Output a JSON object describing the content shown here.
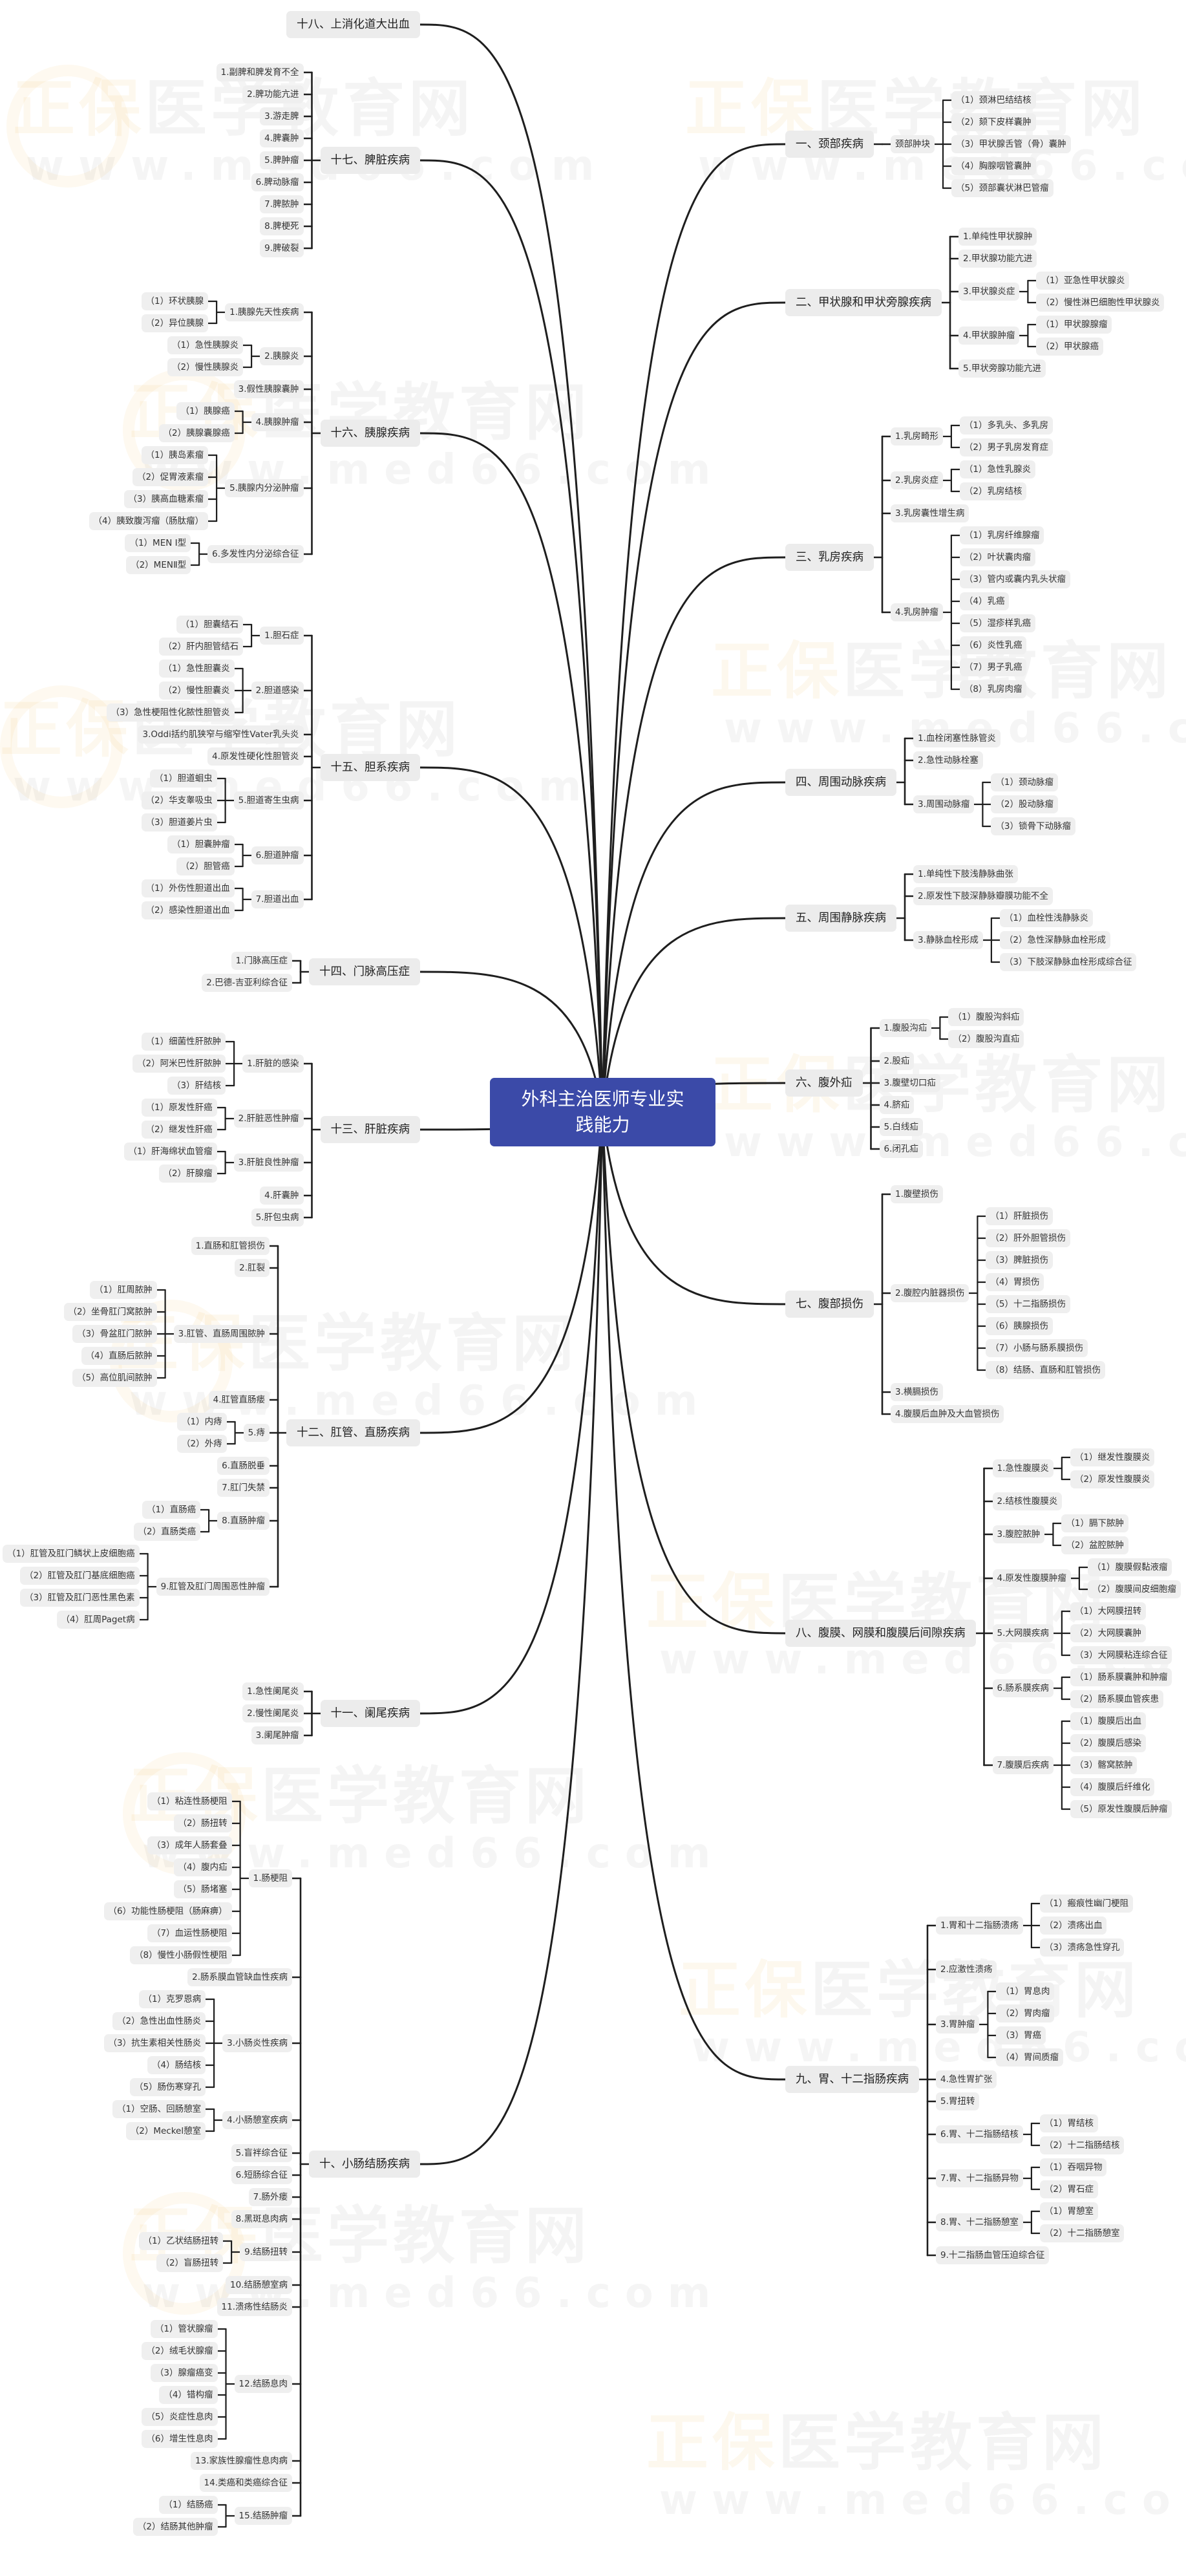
{
  "title": "外科主治医师专业实践能力",
  "watermark": {
    "brand": "正保",
    "name": "医学教育网",
    "url": "www.med66.com"
  },
  "colors": {
    "root": "#3b4aa8",
    "node_bg": "#efefef",
    "line": "#1e1e1e"
  },
  "right_branches": [
    {
      "label": "一、颈部疾病",
      "children": [
        {
          "label": "颈部肿块",
          "children": [
            {
              "label": "（1）颈淋巴结结核"
            },
            {
              "label": "（2）颏下皮样囊肿"
            },
            {
              "label": "（3）甲状腺舌管（骨）囊肿"
            },
            {
              "label": "（4）胸腺咽管囊肿"
            },
            {
              "label": "（5）颈部囊状淋巴管瘤"
            }
          ]
        }
      ]
    },
    {
      "label": "二、甲状腺和甲状旁腺疾病",
      "children": [
        {
          "label": "1.单纯性甲状腺肿"
        },
        {
          "label": "2.甲状腺功能亢进"
        },
        {
          "label": "3.甲状腺炎症",
          "children": [
            {
              "label": "（1）亚急性甲状腺炎"
            },
            {
              "label": "（2）慢性淋巴细胞性甲状腺炎"
            }
          ]
        },
        {
          "label": "4.甲状腺肿瘤",
          "children": [
            {
              "label": "（1）甲状腺腺瘤"
            },
            {
              "label": "（2）甲状腺癌"
            }
          ]
        },
        {
          "label": "5.甲状旁腺功能亢进"
        }
      ]
    },
    {
      "label": "三、乳房疾病",
      "children": [
        {
          "label": "1.乳房畸形",
          "children": [
            {
              "label": "（1）多乳头、多乳房"
            },
            {
              "label": "（2）男子乳房发育症"
            }
          ]
        },
        {
          "label": "2.乳房炎症",
          "children": [
            {
              "label": "（1）急性乳腺炎"
            },
            {
              "label": "（2）乳房结核"
            }
          ]
        },
        {
          "label": "3.乳房囊性增生病"
        },
        {
          "label": "4.乳房肿瘤",
          "children": [
            {
              "label": "（1）乳房纤维腺瘤"
            },
            {
              "label": "（2）叶状囊肉瘤"
            },
            {
              "label": "（3）管内或囊内乳头状瘤"
            },
            {
              "label": "（4）乳癌"
            },
            {
              "label": "（5）湿疹样乳癌"
            },
            {
              "label": "（6）炎性乳癌"
            },
            {
              "label": "（7）男子乳癌"
            },
            {
              "label": "（8）乳房肉瘤"
            }
          ]
        }
      ]
    },
    {
      "label": "四、周围动脉疾病",
      "children": [
        {
          "label": "1.血栓闭塞性脉管炎"
        },
        {
          "label": "2.急性动脉栓塞"
        },
        {
          "label": "3.周围动脉瘤",
          "children": [
            {
              "label": "（1）颈动脉瘤"
            },
            {
              "label": "（2）股动脉瘤"
            },
            {
              "label": "（3）锁骨下动脉瘤"
            }
          ]
        }
      ]
    },
    {
      "label": "五、周围静脉疾病",
      "children": [
        {
          "label": "1.单纯性下肢浅静脉曲张"
        },
        {
          "label": "2.原发性下肢深静脉瓣膜功能不全"
        },
        {
          "label": "3.静脉血栓形成",
          "children": [
            {
              "label": "（1）血栓性浅静脉炎"
            },
            {
              "label": "（2）急性深静脉血栓形成"
            },
            {
              "label": "（3）下肢深静脉血栓形成综合征"
            }
          ]
        }
      ]
    },
    {
      "label": "六、腹外疝",
      "children": [
        {
          "label": "1.腹股沟疝",
          "children": [
            {
              "label": "（1）腹股沟斜疝"
            },
            {
              "label": "（2）腹股沟直疝"
            }
          ]
        },
        {
          "label": "2.股疝"
        },
        {
          "label": "3.腹壁切口疝"
        },
        {
          "label": "4.脐疝"
        },
        {
          "label": "5.白线疝"
        },
        {
          "label": "6.闭孔疝"
        }
      ]
    },
    {
      "label": "七、腹部损伤",
      "children": [
        {
          "label": "1.腹壁损伤"
        },
        {
          "label": "2.腹腔内脏器损伤",
          "children": [
            {
              "label": "（1）肝脏损伤"
            },
            {
              "label": "（2）肝外胆管损伤"
            },
            {
              "label": "（3）脾脏损伤"
            },
            {
              "label": "（4）胃损伤"
            },
            {
              "label": "（5）十二指肠损伤"
            },
            {
              "label": "（6）胰腺损伤"
            },
            {
              "label": "（7）小肠与肠系膜损伤"
            },
            {
              "label": "（8）结肠、直肠和肛管损伤"
            }
          ]
        },
        {
          "label": "3.横膈损伤"
        },
        {
          "label": "4.腹膜后血肿及大血管损伤"
        }
      ]
    },
    {
      "label": "八、腹膜、网膜和腹膜后间隙疾病",
      "children": [
        {
          "label": "1.急性腹膜炎",
          "children": [
            {
              "label": "（1）继发性腹膜炎"
            },
            {
              "label": "（2）原发性腹膜炎"
            }
          ]
        },
        {
          "label": "2.结核性腹膜炎"
        },
        {
          "label": "3.腹腔脓肿",
          "children": [
            {
              "label": "（1）膈下脓肿"
            },
            {
              "label": "（2）盆腔脓肿"
            }
          ]
        },
        {
          "label": "4.原发性腹膜肿瘤",
          "children": [
            {
              "label": "（1）腹膜假黏液瘤"
            },
            {
              "label": "（2）腹膜间皮细胞瘤"
            }
          ]
        },
        {
          "label": "5.大网膜疾病",
          "children": [
            {
              "label": "（1）大网膜扭转"
            },
            {
              "label": "（2）大网膜囊肿"
            },
            {
              "label": "（3）大网膜粘连综合征"
            }
          ]
        },
        {
          "label": "6.肠系膜疾病",
          "children": [
            {
              "label": "（1）肠系膜囊肿和肿瘤"
            },
            {
              "label": "（2）肠系膜血管疾患"
            }
          ]
        },
        {
          "label": "7.腹膜后疾病",
          "children": [
            {
              "label": "（1）腹膜后出血"
            },
            {
              "label": "（2）腹膜后感染"
            },
            {
              "label": "（3）髂窝脓肿"
            },
            {
              "label": "（4）腹膜后纤维化"
            },
            {
              "label": "（5）原发性腹膜后肿瘤"
            }
          ]
        }
      ]
    },
    {
      "label": "九、胃、十二指肠疾病",
      "children": [
        {
          "label": "1.胃和十二指肠溃疡",
          "children": [
            {
              "label": "（1）瘢痕性幽门梗阻"
            },
            {
              "label": "（2）溃疡出血"
            },
            {
              "label": "（3）溃疡急性穿孔"
            }
          ]
        },
        {
          "label": "2.应激性溃疡"
        },
        {
          "label": "3.胃肿瘤",
          "children": [
            {
              "label": "（1）胃息肉"
            },
            {
              "label": "（2）胃肉瘤"
            },
            {
              "label": "（3）胃癌"
            },
            {
              "label": "（4）胃间质瘤"
            }
          ]
        },
        {
          "label": "4.急性胃扩张"
        },
        {
          "label": "5.胃扭转"
        },
        {
          "label": "6.胃、十二指肠结核",
          "children": [
            {
              "label": "（1）胃结核"
            },
            {
              "label": "（2）十二指肠结核"
            }
          ]
        },
        {
          "label": "7.胃、十二指肠异物",
          "children": [
            {
              "label": "（1）吞咽异物"
            },
            {
              "label": "（2）胃石症"
            }
          ]
        },
        {
          "label": "8.胃、十二指肠憩室",
          "children": [
            {
              "label": "（1）胃憩室"
            },
            {
              "label": "（2）十二指肠憩室"
            }
          ]
        },
        {
          "label": "9.十二指肠血管压迫综合征"
        }
      ]
    }
  ],
  "left_branches": [
    {
      "label": "十八、上消化道大出血"
    },
    {
      "label": "十七、脾脏疾病",
      "children": [
        {
          "label": "1.副脾和脾发育不全"
        },
        {
          "label": "2.脾功能亢进"
        },
        {
          "label": "3.游走脾"
        },
        {
          "label": "4.脾囊肿"
        },
        {
          "label": "5.脾肿瘤"
        },
        {
          "label": "6.脾动脉瘤"
        },
        {
          "label": "7.脾脓肿"
        },
        {
          "label": "8.脾梗死"
        },
        {
          "label": "9.脾破裂"
        }
      ]
    },
    {
      "label": "十六、胰腺疾病",
      "children": [
        {
          "label": "1.胰腺先天性疾病",
          "children": [
            {
              "label": "（1）环状胰腺"
            },
            {
              "label": "（2）异位胰腺"
            }
          ]
        },
        {
          "label": "2.胰腺炎",
          "children": [
            {
              "label": "（1）急性胰腺炎"
            },
            {
              "label": "（2）慢性胰腺炎"
            }
          ]
        },
        {
          "label": "3.假性胰腺囊肿"
        },
        {
          "label": "4.胰腺肿瘤",
          "children": [
            {
              "label": "（1）胰腺癌"
            },
            {
              "label": "（2）胰腺囊腺癌"
            }
          ]
        },
        {
          "label": "5.胰腺内分泌肿瘤",
          "children": [
            {
              "label": "（1）胰岛素瘤"
            },
            {
              "label": "（2）促胃液素瘤"
            },
            {
              "label": "（3）胰高血糖素瘤"
            },
            {
              "label": "（4）胰致腹泻瘤（肠肽瘤）"
            }
          ]
        },
        {
          "label": "6.多发性内分泌综合征",
          "children": [
            {
              "label": "（1）MEN Ⅰ型"
            },
            {
              "label": "（2）MENⅡ型"
            }
          ]
        }
      ]
    },
    {
      "label": "十五、胆系疾病",
      "children": [
        {
          "label": "1.胆石症",
          "children": [
            {
              "label": "（1）胆囊结石"
            },
            {
              "label": "（2）肝内胆管结石"
            }
          ]
        },
        {
          "label": "2.胆道感染",
          "children": [
            {
              "label": "（1）急性胆囊炎"
            },
            {
              "label": "（2）慢性胆囊炎"
            },
            {
              "label": "（3）急性梗阻性化脓性胆管炎"
            }
          ]
        },
        {
          "label": "3.Oddi括约肌狭窄与缩窄性Vater乳头炎"
        },
        {
          "label": "4.原发性硬化性胆管炎"
        },
        {
          "label": "5.胆道寄生虫病",
          "children": [
            {
              "label": "（1）胆道蛔虫"
            },
            {
              "label": "（2）华支睾吸虫"
            },
            {
              "label": "（3）胆道姜片虫"
            }
          ]
        },
        {
          "label": "6.胆道肿瘤",
          "children": [
            {
              "label": "（1）胆囊肿瘤"
            },
            {
              "label": "（2）胆管癌"
            }
          ]
        },
        {
          "label": "7.胆道出血",
          "children": [
            {
              "label": "（1）外伤性胆道出血"
            },
            {
              "label": "（2）感染性胆道出血"
            }
          ]
        }
      ]
    },
    {
      "label": "十四、门脉高压症",
      "children": [
        {
          "label": "1.门脉高压症"
        },
        {
          "label": "2.巴德-吉亚利综合征"
        }
      ]
    },
    {
      "label": "十三、肝脏疾病",
      "children": [
        {
          "label": "1.肝脏的感染",
          "children": [
            {
              "label": "（1）细菌性肝脓肿"
            },
            {
              "label": "（2）阿米巴性肝脓肿"
            },
            {
              "label": "（3）肝结核"
            }
          ]
        },
        {
          "label": "2.肝脏恶性肿瘤",
          "children": [
            {
              "label": "（1）原发性肝癌"
            },
            {
              "label": "（2）继发性肝癌"
            }
          ]
        },
        {
          "label": "3.肝脏良性肿瘤",
          "children": [
            {
              "label": "（1）肝海绵状血管瘤"
            },
            {
              "label": "（2）肝腺瘤"
            }
          ]
        },
        {
          "label": "4.肝囊肿"
        },
        {
          "label": "5.肝包虫病"
        }
      ]
    },
    {
      "label": "十二、肛管、直肠疾病",
      "children": [
        {
          "label": "1.直肠和肛管损伤"
        },
        {
          "label": "2.肛裂"
        },
        {
          "label": "3.肛管、直肠周围脓肿",
          "children": [
            {
              "label": "（1）肛周脓肿"
            },
            {
              "label": "（2）坐骨肛门窝脓肿"
            },
            {
              "label": "（3）骨盆肛门脓肿"
            },
            {
              "label": "（4）直肠后脓肿"
            },
            {
              "label": "（5）高位肌间脓肿"
            }
          ]
        },
        {
          "label": "4.肛管直肠瘘"
        },
        {
          "label": "5.痔",
          "children": [
            {
              "label": "（1）内痔"
            },
            {
              "label": "（2）外痔"
            }
          ]
        },
        {
          "label": "6.直肠脱垂"
        },
        {
          "label": "7.肛门失禁"
        },
        {
          "label": "8.直肠肿瘤",
          "children": [
            {
              "label": "（1）直肠癌"
            },
            {
              "label": "（2）直肠类癌"
            }
          ]
        },
        {
          "label": "9.肛管及肛门周围恶性肿瘤",
          "children": [
            {
              "label": "（1）肛管及肛门鳞状上皮细胞癌"
            },
            {
              "label": "（2）肛管及肛门基底细胞癌"
            },
            {
              "label": "（3）肛管及肛门恶性黑色素"
            },
            {
              "label": "（4）肛周Paget病"
            }
          ]
        }
      ]
    },
    {
      "label": "十一、阑尾疾病",
      "children": [
        {
          "label": "1.急性阑尾炎"
        },
        {
          "label": "2.慢性阑尾炎"
        },
        {
          "label": "3.阑尾肿瘤"
        }
      ]
    },
    {
      "label": "十、小肠结肠疾病",
      "children": [
        {
          "label": "1.肠梗阻",
          "children": [
            {
              "label": "（1）粘连性肠梗阻"
            },
            {
              "label": "（2）肠扭转"
            },
            {
              "label": "（3）成年人肠套叠"
            },
            {
              "label": "（4）腹内疝"
            },
            {
              "label": "（5）肠堵塞"
            },
            {
              "label": "（6）功能性肠梗阻（肠麻痹）"
            },
            {
              "label": "（7）血运性肠梗阻"
            },
            {
              "label": "（8）慢性小肠假性梗阻"
            }
          ]
        },
        {
          "label": "2.肠系膜血管缺血性疾病"
        },
        {
          "label": "3.小肠炎性疾病",
          "children": [
            {
              "label": "（1）克罗恩病"
            },
            {
              "label": "（2）急性出血性肠炎"
            },
            {
              "label": "（3）抗生素相关性肠炎"
            },
            {
              "label": "（4）肠结核"
            },
            {
              "label": "（5）肠伤寒穿孔"
            }
          ]
        },
        {
          "label": "4.小肠憩室疾病",
          "children": [
            {
              "label": "（1）空肠、回肠憩室"
            },
            {
              "label": "（2）Meckel憩室"
            }
          ]
        },
        {
          "label": "5.盲袢综合征"
        },
        {
          "label": "6.短肠综合征"
        },
        {
          "label": "7.肠外瘘"
        },
        {
          "label": "8.黑斑息肉病"
        },
        {
          "label": "9.结肠扭转",
          "children": [
            {
              "label": "（1）乙状结肠扭转"
            },
            {
              "label": "（2）盲肠扭转"
            }
          ]
        },
        {
          "label": "10.结肠憩室病"
        },
        {
          "label": "11.溃疡性结肠炎"
        },
        {
          "label": "12.结肠息肉",
          "children": [
            {
              "label": "（1）管状腺瘤"
            },
            {
              "label": "（2）绒毛状腺瘤"
            },
            {
              "label": "（3）腺瘤癌变"
            },
            {
              "label": "（4）错构瘤"
            },
            {
              "label": "（5）炎症性息肉"
            },
            {
              "label": "（6）增生性息肉"
            }
          ]
        },
        {
          "label": "13.家族性腺瘤性息肉病"
        },
        {
          "label": "14.类癌和类癌综合征"
        },
        {
          "label": "15.结肠肿瘤",
          "children": [
            {
              "label": "（1）结肠癌"
            },
            {
              "label": "（2）结肠其他肿瘤"
            }
          ]
        }
      ]
    }
  ]
}
